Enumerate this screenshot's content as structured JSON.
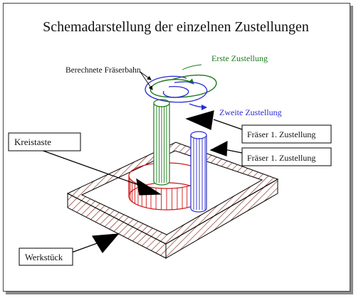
{
  "title": "Schemadarstellung  der einzelnen  Zustellungen",
  "labels": {
    "erste_zustellung": "Erste Zustellung",
    "zweite_zustellung": "Zweite Zustellung",
    "berechnete_fraeserbahn": "Berechnete Fräserbahn",
    "kreistaste": "Kreistaste",
    "fraeser_1": "Fräser  1. Zustellung",
    "fraeser_2": "Fräser  1. Zustellung",
    "werkstueck": "Werkstück"
  },
  "colors": {
    "first_pass": "#1a7a1a",
    "second_pass": "#2a2ad0",
    "pocket": "#d01818",
    "workpiece": "#7a2a1a",
    "text": "#111111"
  }
}
